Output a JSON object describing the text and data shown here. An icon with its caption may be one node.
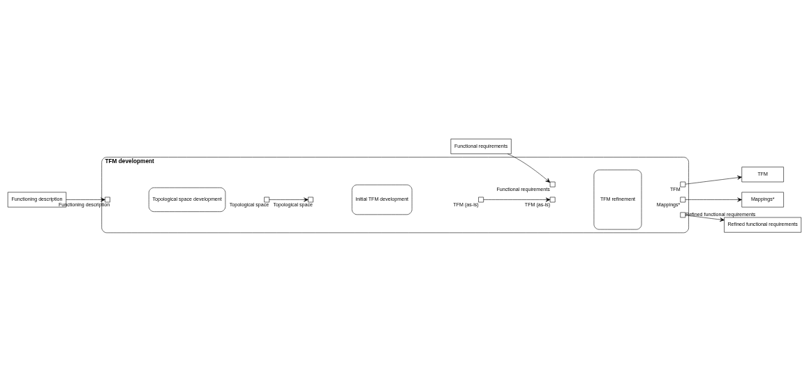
{
  "diagram": {
    "nodes": [
      {
        "text": [
          "TFM development"
        ]
      },
      {
        "text": [
          "Topological space development"
        ],
        "in": 0
      },
      {
        "text": [
          "Initial TFM development"
        ],
        "in": 0
      },
      {
        "text": [
          "TFM refinement"
        ],
        "in": 0
      },
      {
        "text": [
          "Functioning description"
        ]
      },
      {
        "text": [
          "Functional requirements"
        ]
      },
      {
        "text": [
          "TFM"
        ]
      },
      {
        "text": [
          "Mappings*"
        ]
      },
      {
        "text": [
          "Refined functional requirements"
        ]
      },
      {
        "text": [],
        "shape": "box",
        "beside": [
          "Functioning description"
        ],
        "in": 0
      },
      {
        "text": [],
        "shape": "box",
        "beside": [
          "Topological space"
        ],
        "in": 0
      },
      {
        "text": [],
        "shape": "box",
        "beside": [
          "Topological space"
        ],
        "in": 0
      },
      {
        "text": [],
        "shape": "box",
        "beside": [
          "TFM (as-is)"
        ],
        "in": 0
      },
      {
        "text": [],
        "shape": "box",
        "beside": [
          "TFM (as-is)"
        ],
        "in": 0
      },
      {
        "text": [],
        "shape": "box",
        "beside": [
          "Functional requirements"
        ],
        "in": 0
      },
      {
        "text": [],
        "shape": "box",
        "beside": [
          "TFM"
        ],
        "in": 0
      },
      {
        "text": [],
        "shape": "box",
        "beside": [
          "Mappings*"
        ],
        "in": 0
      },
      {
        "text": [],
        "shape": "box",
        "beside": [
          "Refined functional requirements"
        ],
        "in": 0
      }
    ],
    "edges": [
      {
        "from": 4,
        "to": 9,
        "arrow": "to"
      },
      {
        "from": 10,
        "to": 11,
        "arrow": "to"
      },
      {
        "from": 12,
        "to": 13,
        "arrow": "to"
      },
      {
        "from": 5,
        "to": 14,
        "arrow": "to"
      },
      {
        "from": 15,
        "to": 6,
        "arrow": "to"
      },
      {
        "from": 16,
        "to": 7,
        "arrow": "to"
      },
      {
        "from": 17,
        "to": 8,
        "arrow": "to"
      }
    ]
  }
}
